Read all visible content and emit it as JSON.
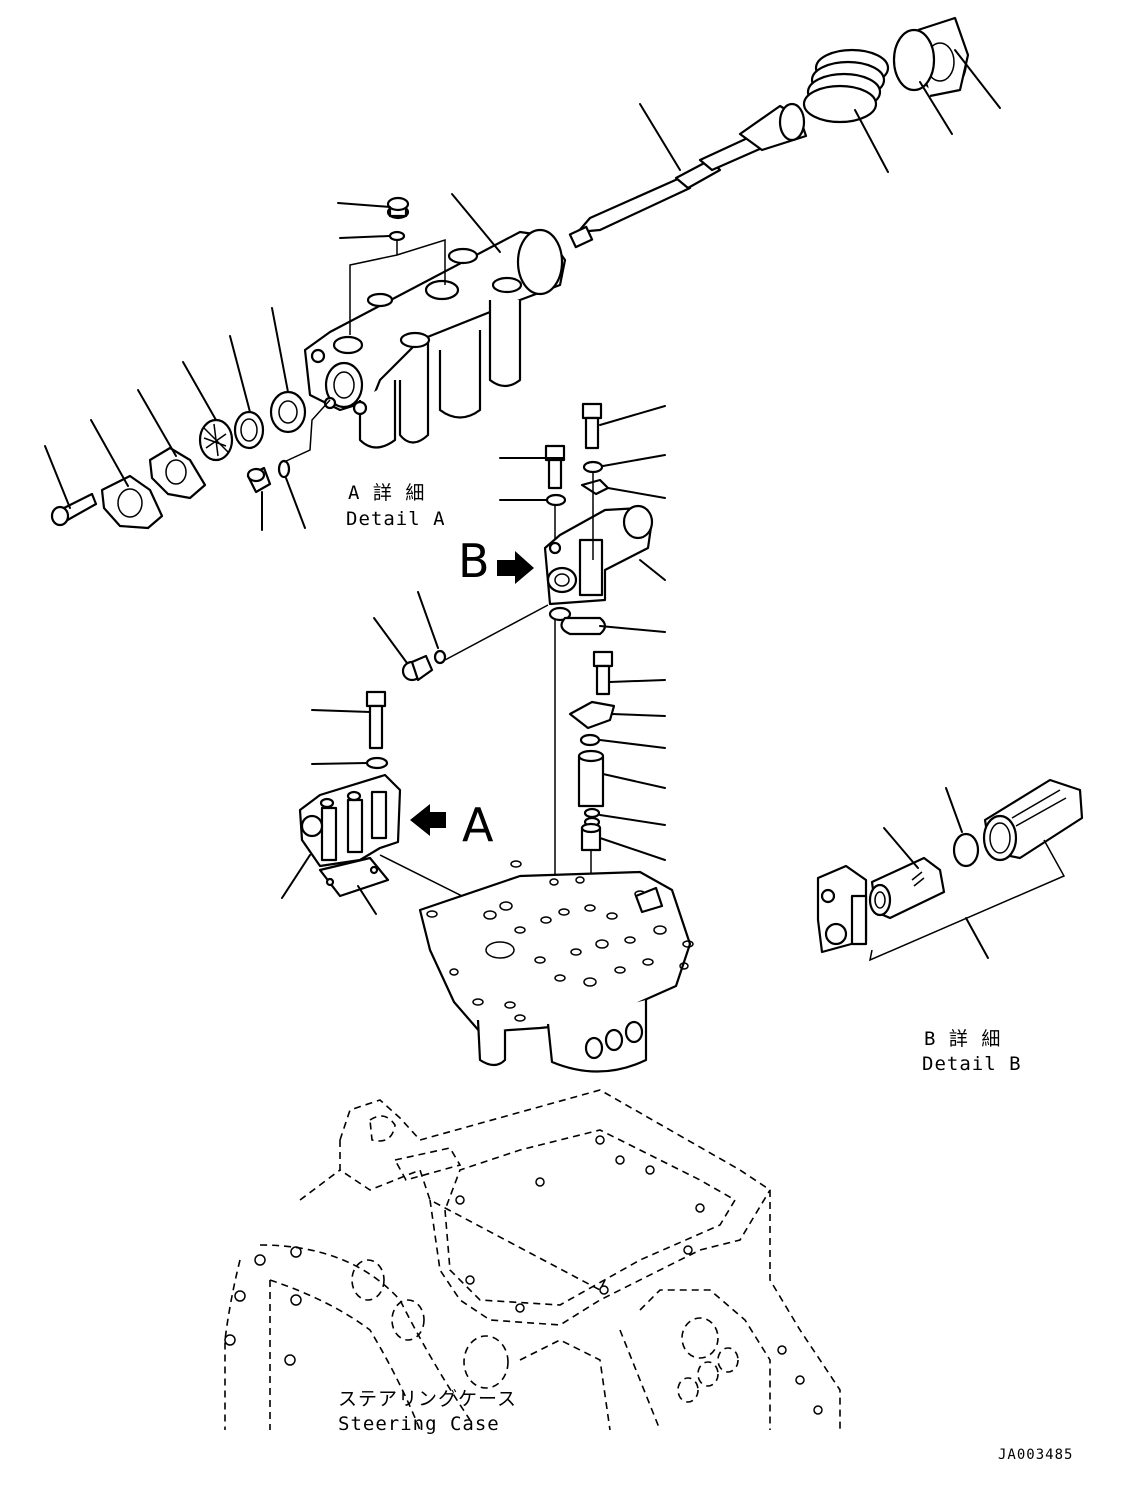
{
  "labels": {
    "detail_a_jp": "A 詳 細",
    "detail_a_en": "Detail A",
    "detail_b_jp": "B 詳 細",
    "detail_b_en": "Detail B",
    "steering_case_jp": "ステアリングケース",
    "steering_case_en": "Steering Case",
    "view_marker_a": "A",
    "view_marker_b": "B",
    "drawing_code": "JA003485"
  },
  "colors": {
    "line": "#000000",
    "background": "#ffffff"
  },
  "icons": [
    "view-arrow-a-icon",
    "view-arrow-b-icon"
  ]
}
